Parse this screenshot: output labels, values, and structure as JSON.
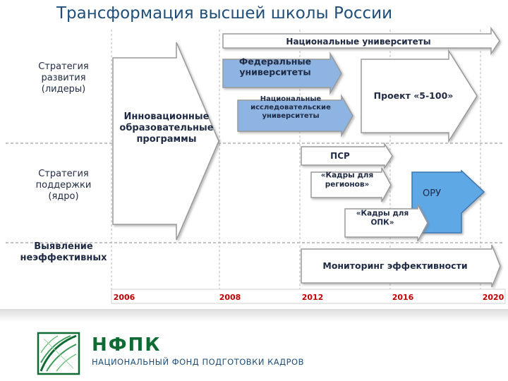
{
  "title": "Трансформация высшей школы России",
  "rows": {
    "leaders": [
      "Стратегия",
      "развития",
      "(лидеры)"
    ],
    "core": [
      "Стратегия",
      "поддержки",
      "(ядро)"
    ],
    "ineffective": [
      "Выявление",
      "неэффективных"
    ]
  },
  "arrows": {
    "innovative": [
      "Инновационные",
      "образовательные",
      "программы"
    ],
    "national": [
      "Национальные университеты"
    ],
    "federal": [
      "Федеральные",
      "университеты"
    ],
    "research": [
      "Национальные",
      "исследовательские",
      "университеты"
    ],
    "project": [
      "Проект «5-100»"
    ],
    "psr": [
      "ПСР"
    ],
    "regions": [
      "«Кадры для",
      "регионов»"
    ],
    "opk": [
      "«Кадры для",
      "ОПК»"
    ],
    "oru": [
      "ОРУ"
    ],
    "monitoring": [
      "Мониторинг эффективности"
    ]
  },
  "timeline": [
    "2006",
    "2008",
    "2012",
    "2016",
    "2020"
  ],
  "colors": {
    "title": "#1f4e79",
    "dark_text": "#1f2a44",
    "accent_blue": "#8db4e2",
    "oru_blue": "#5fa8e6",
    "timeline": "#c00000",
    "logo_green": "#0f6b33"
  },
  "footer": {
    "logo_icon": "globe-icon",
    "brand": "НФПК",
    "subtitle": "НАЦИОНАЛЬНЫЙ ФОНД ПОДГОТОВКИ КАДРОВ"
  }
}
